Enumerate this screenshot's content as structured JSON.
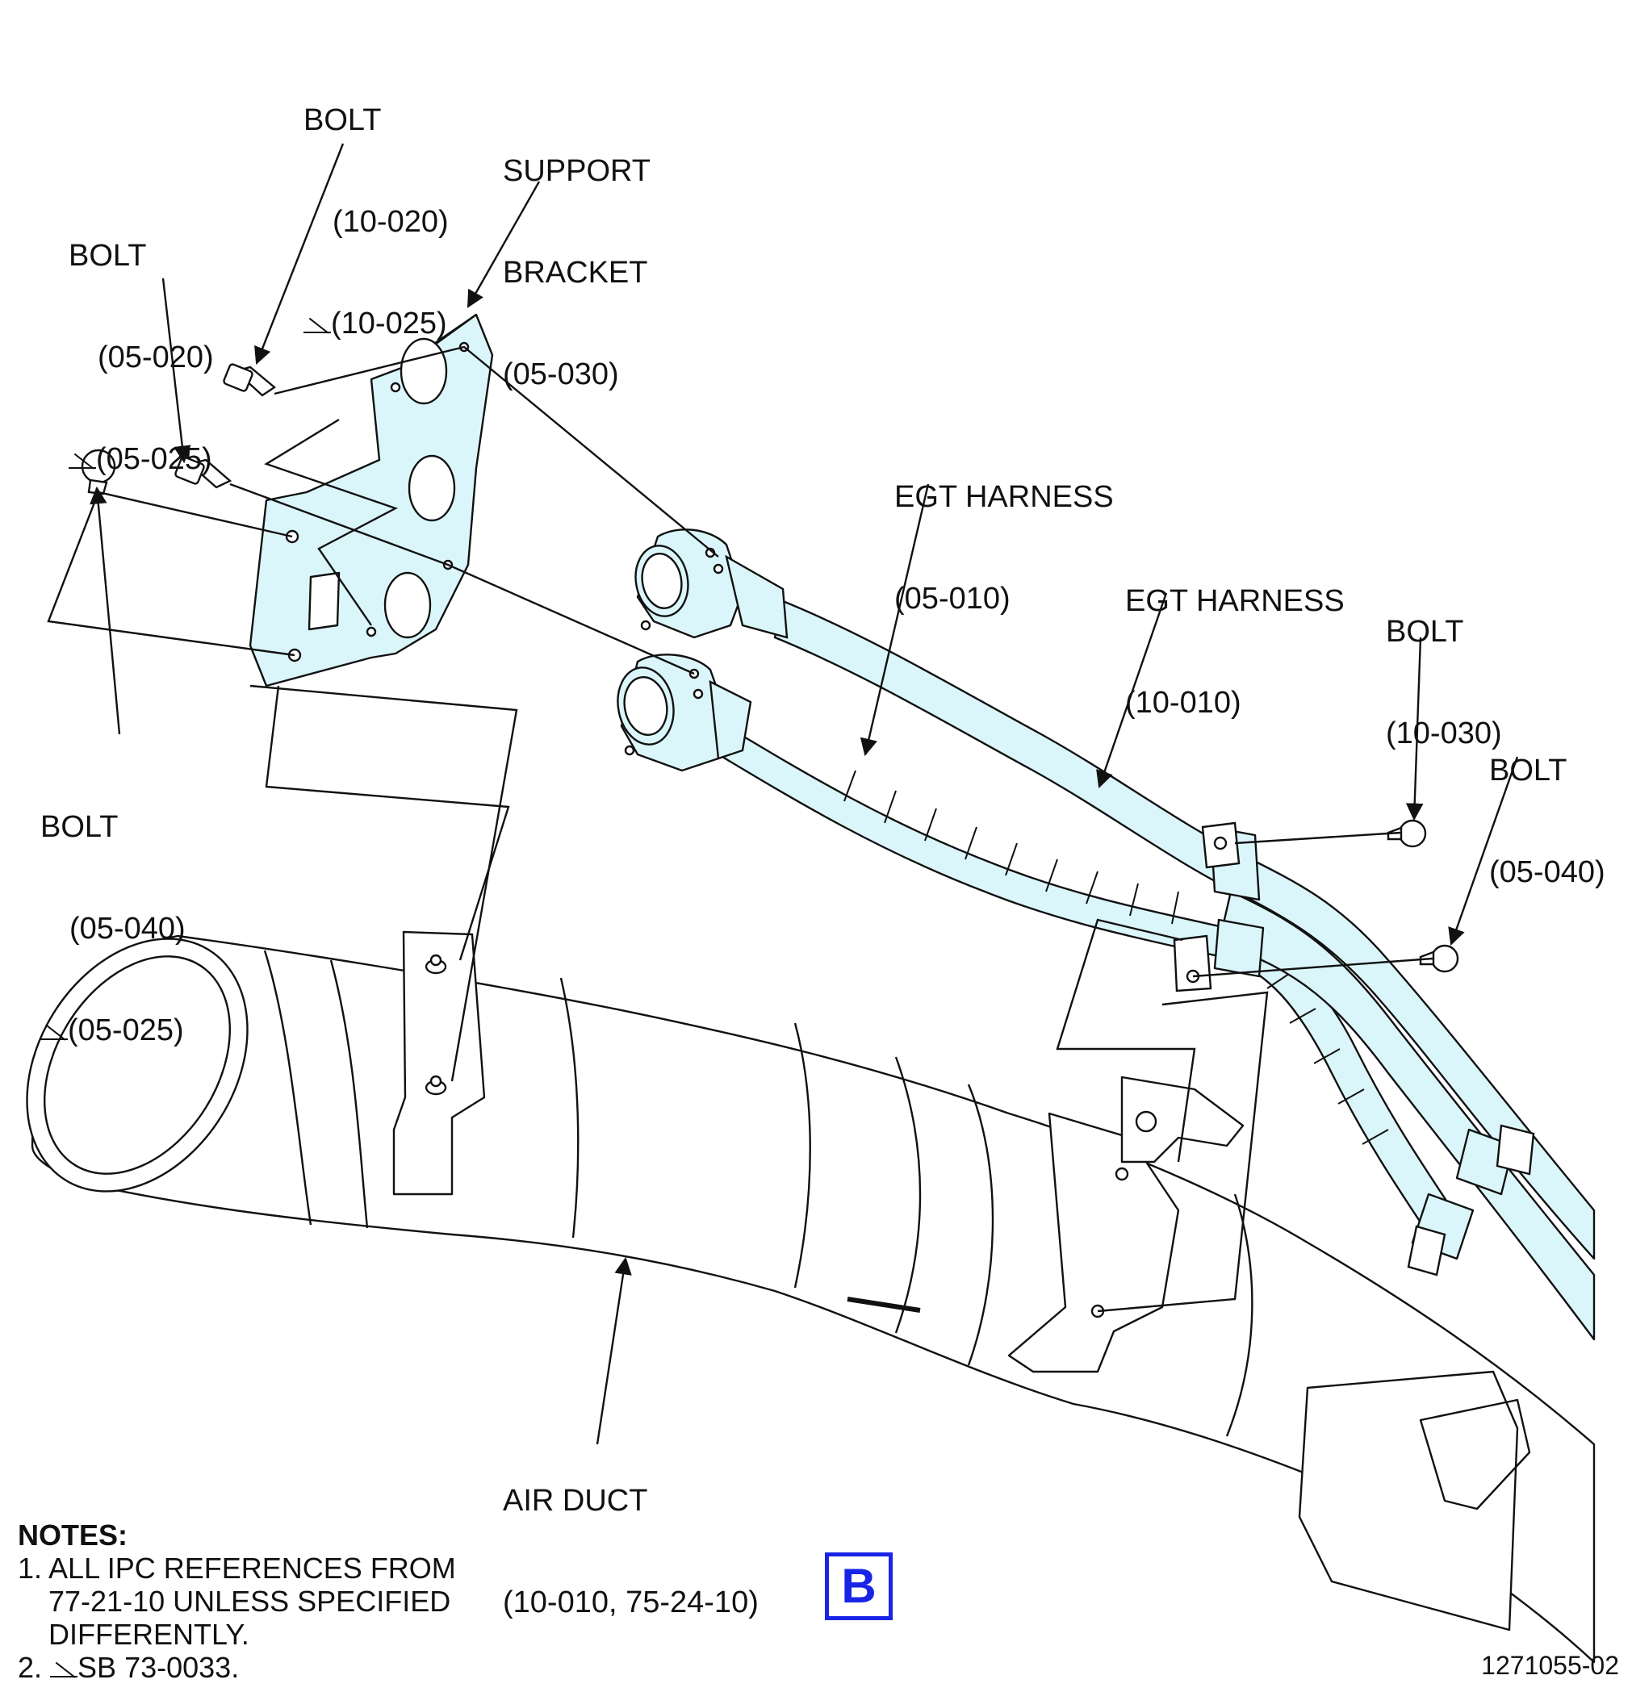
{
  "colors": {
    "harness_fill": "#dbf6fb",
    "line": "#111111",
    "badge": "#1a24e6"
  },
  "callouts": {
    "bolt_top": {
      "title": "BOLT",
      "ref": "(10-020)",
      "sb_ref": "(10-025)"
    },
    "support_bracket": {
      "title1": "SUPPORT",
      "title2": "BRACKET",
      "ref": "(05-030)"
    },
    "bolt_left": {
      "title": "BOLT",
      "ref": "(05-020)",
      "sb_ref": "(05-025)"
    },
    "egt_harness_1": {
      "title": "EGT HARNESS",
      "ref": "(05-010)"
    },
    "egt_harness_2": {
      "title": "EGT HARNESS",
      "ref": "(10-010)"
    },
    "bolt_right_upper": {
      "title": "BOLT",
      "ref": "(10-030)"
    },
    "bolt_right_lower": {
      "title": "BOLT",
      "ref": "(05-040)"
    },
    "bolt_lower_left": {
      "title": "BOLT",
      "ref": "(05-040)",
      "sb_ref": "(05-025)"
    },
    "air_duct": {
      "title": "AIR DUCT",
      "ref": "(10-010, 75-24-10)"
    }
  },
  "notes": {
    "heading": "NOTES:",
    "note1_line1": "1. ALL IPC REFERENCES FROM",
    "note1_line2": "77-21-10 UNLESS SPECIFIED",
    "note1_line3": "DIFFERENTLY.",
    "note2_prefix": "2.",
    "note2_text": "SB 73-0033."
  },
  "view_label": "B",
  "figure_number": "1271055-02"
}
